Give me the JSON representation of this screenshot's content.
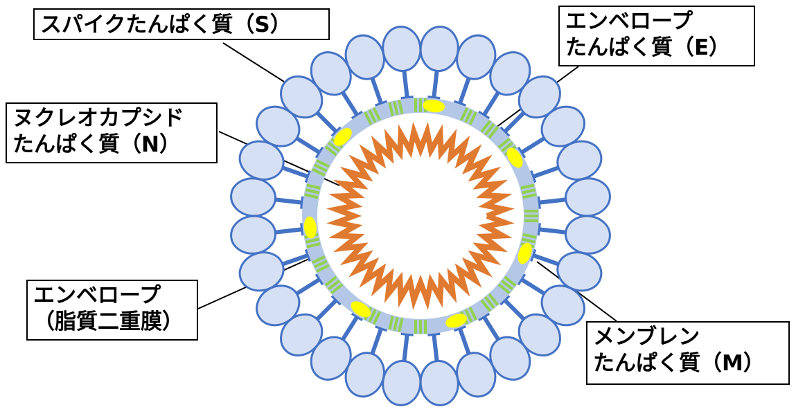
{
  "labels": {
    "spike": "スパイクたんぱく質（S）",
    "envelope_protein": [
      "エンベロープ",
      "たんぱく質（E）"
    ],
    "nucleocapsid": [
      "ヌクレオカプシド",
      "たんぱく質（N）"
    ],
    "envelope": [
      "エンベロープ",
      "（脂質二重膜）"
    ],
    "membrane": [
      "メンブレン",
      "たんぱく質（M）"
    ]
  },
  "colors": {
    "spike_head": "#d6e0f4",
    "spike_outline": "#4472c4",
    "envelope_ring": "#b4c7e7",
    "e_protein": "#ffff00",
    "m_protein": "#92d050",
    "n_protein": "#e07a30",
    "leader": "#000000"
  }
}
